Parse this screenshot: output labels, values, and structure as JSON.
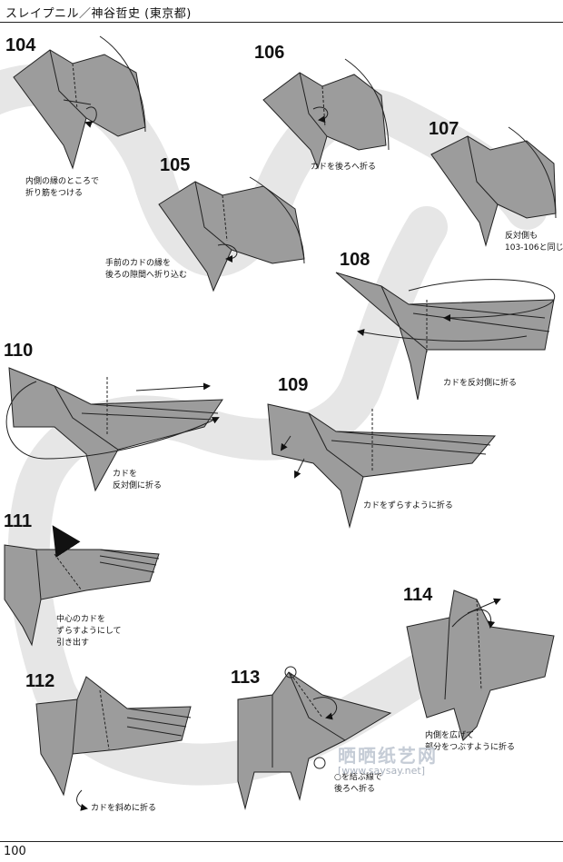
{
  "header": {
    "title": "スレイプニル／神谷哲史 (東京都)"
  },
  "page_number": "100",
  "steps": [
    {
      "num": "104",
      "caption_lines": [
        "内側の縁のところで",
        "折り筋をつける"
      ]
    },
    {
      "num": "105",
      "caption_lines": [
        "手前のカドの縁を",
        "後ろの隙間へ折り込む"
      ]
    },
    {
      "num": "106",
      "caption_lines": [
        "カドを後ろへ折る"
      ]
    },
    {
      "num": "107",
      "caption_lines": [
        "反対側も",
        "103-106と同じ"
      ]
    },
    {
      "num": "108",
      "caption_lines": [
        "カドを反対側に折る"
      ]
    },
    {
      "num": "109",
      "caption_lines": [
        "カドをずらすように折る"
      ]
    },
    {
      "num": "110",
      "caption_lines": [
        "カドを",
        "反対側に折る"
      ]
    },
    {
      "num": "111",
      "caption_lines": [
        "中心のカドを",
        "ずらすようにして",
        "引き出す"
      ]
    },
    {
      "num": "112",
      "caption_lines": [
        "カドを斜めに折る"
      ]
    },
    {
      "num": "113",
      "caption_lines": [
        "○を結ぶ線で",
        "後ろへ折る"
      ]
    },
    {
      "num": "114",
      "caption_lines": [
        "内側を広げて",
        "部分をつぶすように折る"
      ]
    }
  ],
  "watermark": {
    "brand": "晒晒纸艺网",
    "url": "[www.saysay.net]"
  }
}
